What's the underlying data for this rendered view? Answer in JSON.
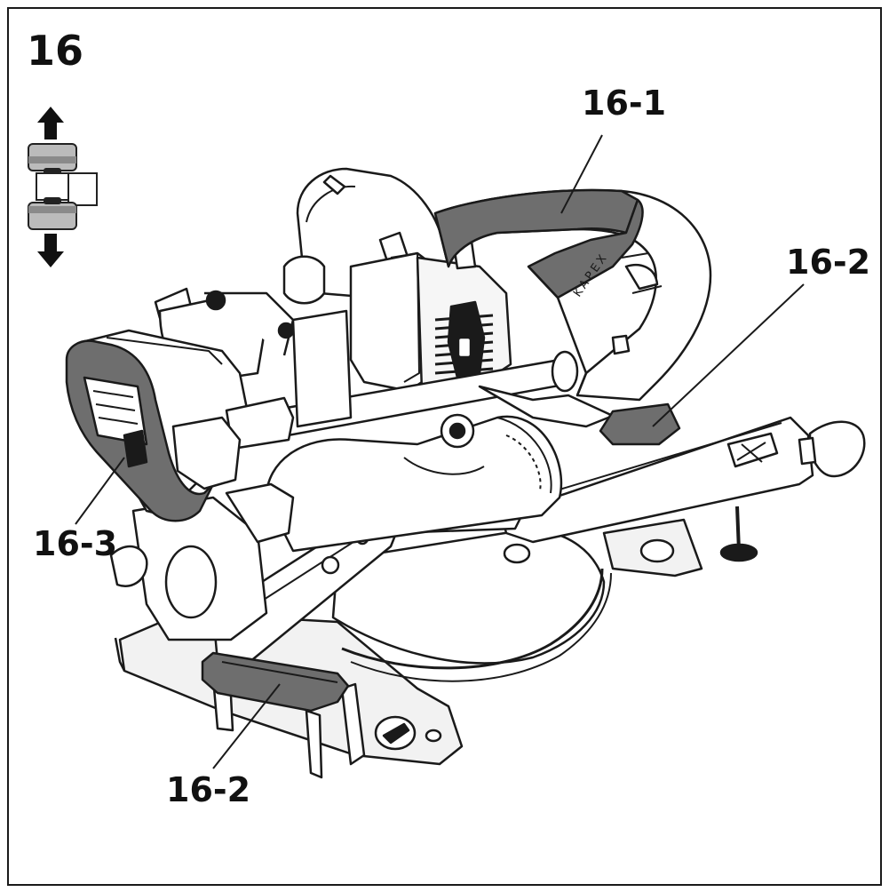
{
  "figure": {
    "number": "16",
    "brand_mark": "KAPEX"
  },
  "callouts": [
    {
      "id": "16-1",
      "label": "16-1",
      "part": "handle grip zone"
    },
    {
      "id": "16-2a",
      "label": "16-2",
      "part": "rear support pad"
    },
    {
      "id": "16-3",
      "label": "16-3",
      "part": "side grip"
    },
    {
      "id": "16-2b",
      "label": "16-2",
      "part": "front support pad"
    }
  ],
  "colors": {
    "line": "#1a1a1a",
    "highlight": "#6e6e6e",
    "body": "#ffffff",
    "shade": "#e6e6e6"
  },
  "icons": {
    "lift": "arrow-up-icon",
    "lower": "arrow-down-icon"
  }
}
